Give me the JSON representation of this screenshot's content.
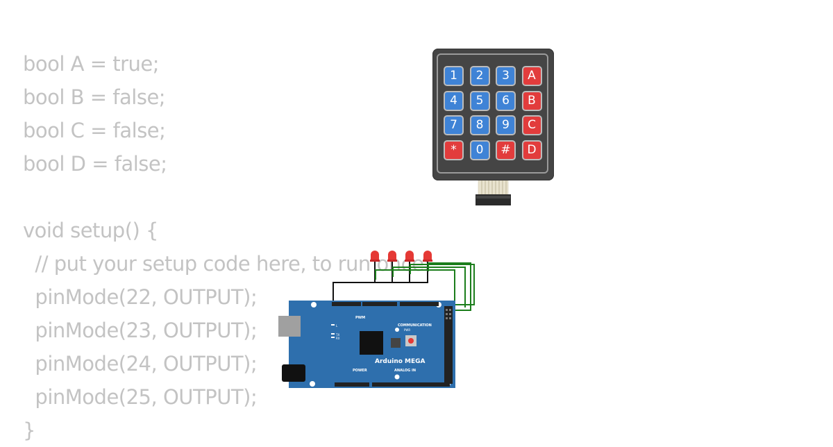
{
  "code": {
    "lines": [
      "bool A = true;",
      "bool B = false;",
      "bool C = false;",
      "bool D = false;",
      "",
      "void setup() {",
      "  // put your setup code here, to run once:",
      "  pinMode(22, OUTPUT);",
      "  pinMode(23, OUTPUT);",
      "  pinMode(24, OUTPUT);",
      "  pinMode(25, OUTPUT);",
      "}"
    ]
  },
  "keypad": {
    "keys": [
      "1",
      "2",
      "3",
      "A",
      "4",
      "5",
      "6",
      "B",
      "7",
      "8",
      "9",
      "C",
      "*",
      "0",
      "#",
      "D"
    ],
    "colors": {
      "blue": "#3f83d6",
      "red": "#e23c3c",
      "body": "#454545"
    }
  },
  "board": {
    "name": "Arduino MEGA",
    "labels": {
      "pwm": "PWM",
      "communication": "COMMUNICATION",
      "power": "POWER",
      "analog_in": "ANALOG IN",
      "l": "L",
      "tx": "TX",
      "rx": "RX",
      "pwr": "PWR"
    },
    "color": "#2e6fad"
  },
  "leds": {
    "count": 4,
    "color": "#e53935"
  }
}
